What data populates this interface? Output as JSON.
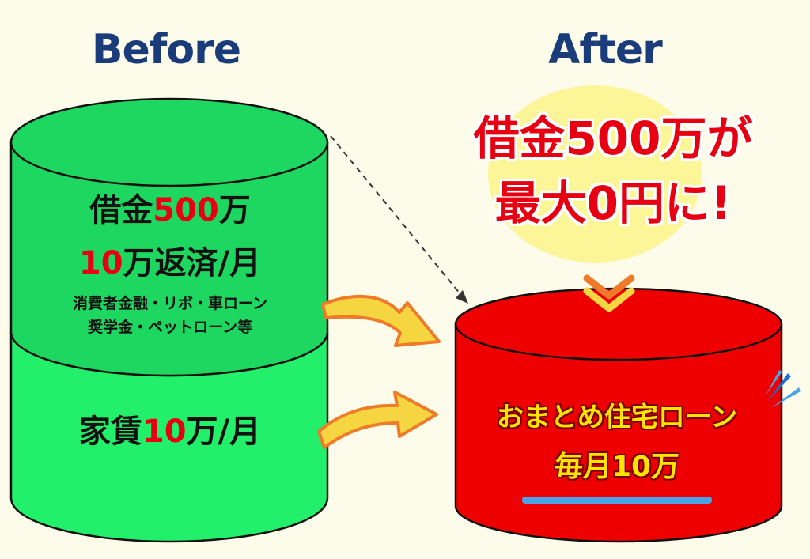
{
  "colors": {
    "background": "#fdfbe9",
    "heading": "#1a3c7a",
    "green_top": "#1ed760",
    "green_bottom": "#22f06a",
    "red_cylinder": "#ef0000",
    "emphasis_red": "#e60012",
    "yellow_text": "#ffe400",
    "arrow_yellow": "#f5d640",
    "arrow_orange": "#ef7a2a",
    "glow_yellow": "#fbf48a",
    "underline_blue": "#4aa3e8"
  },
  "headings": {
    "before": "Before",
    "after": "After"
  },
  "before": {
    "debt_label": "借金",
    "debt_amount": "500",
    "debt_unit": "万",
    "repay_amount": "10",
    "repay_label": "万返済/月",
    "loan_types_line1": "消費者金融・リボ・車ローン",
    "loan_types_line2": "奨学金・ペットローン等",
    "rent_label": "家賃",
    "rent_amount": "10",
    "rent_unit": "万/月"
  },
  "after": {
    "headline_line1": "借金500万が",
    "headline_line2": "最大0円に!",
    "loan_name": "おまとめ住宅ローン",
    "monthly_payment": "毎月10万"
  }
}
